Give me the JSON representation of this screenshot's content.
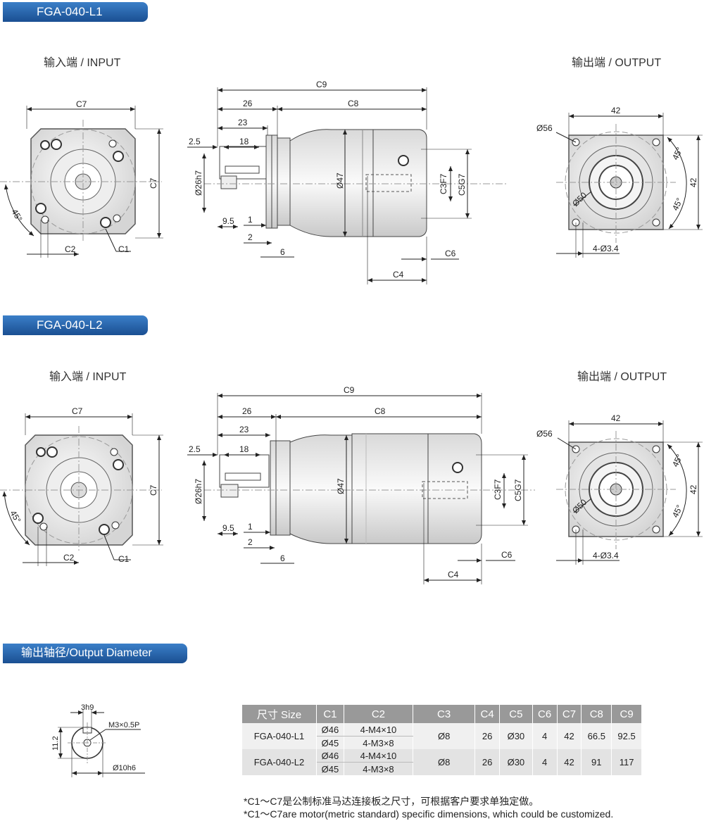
{
  "sections": {
    "l1_title": "FGA-040-L1",
    "l2_title": "FGA-040-L2",
    "output_diameter_title": "输出轴径/Output Diameter"
  },
  "views": {
    "input_label": "输入端 / INPUT",
    "output_label": "输出端 / OUTPUT"
  },
  "dims": {
    "c1": "C1",
    "c2": "C2",
    "c3f7": "C3F7",
    "c4": "C4",
    "c5g7": "C5G7",
    "c6": "C6",
    "c7": "C7",
    "c8": "C8",
    "c9": "C9",
    "d26": "26",
    "d23": "23",
    "d18": "18",
    "d25": "2.5",
    "d95": "9.5",
    "d1": "1",
    "d2": "2",
    "d6": "6",
    "phi26h7": "Ø26h7",
    "phi47": "Ø47",
    "d42": "42",
    "phi56": "Ø56",
    "phi50": "Ø50",
    "angle45": "45°",
    "holes": "4-Ø3.4"
  },
  "shaft": {
    "key": "3h9",
    "thread": "M3×0.5P",
    "height": "11.2",
    "dia": "Ø10h6"
  },
  "table": {
    "headers": [
      "尺寸 Size",
      "C1",
      "C2",
      "C3",
      "C4",
      "C5",
      "C6",
      "C7",
      "C8",
      "C9"
    ],
    "rows": [
      {
        "size": "FGA-040-L1",
        "c1a": "Ø46",
        "c2a": "4-M4×10",
        "c1b": "Ø45",
        "c2b": "4-M3×8",
        "c3": "Ø8",
        "c4": "26",
        "c5": "Ø30",
        "c6": "4",
        "c7": "42",
        "c8": "66.5",
        "c9": "92.5"
      },
      {
        "size": "FGA-040-L2",
        "c1a": "Ø46",
        "c2a": "4-M4×10",
        "c1b": "Ø45",
        "c2b": "4-M3×8",
        "c3": "Ø8",
        "c4": "26",
        "c5": "Ø30",
        "c6": "4",
        "c7": "42",
        "c8": "91",
        "c9": "117"
      }
    ]
  },
  "notes": {
    "cn": "*C1～C7是公制标准马达连接板之尺寸，可根据客户要求单独定做。",
    "en": "*C1～C7are motor(metric standard) specific dimensions, which could be customized."
  }
}
